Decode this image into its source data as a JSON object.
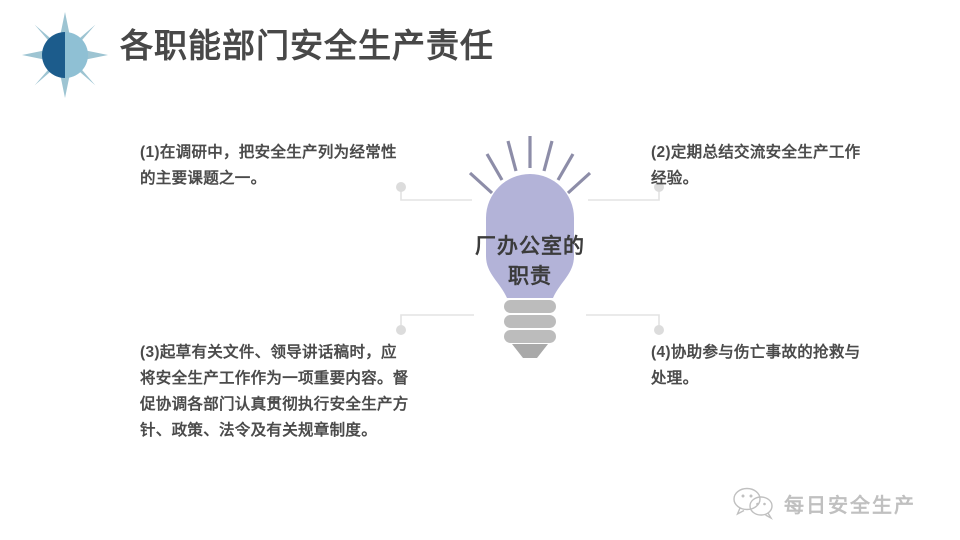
{
  "header": {
    "title": "各职能部门安全生产责任",
    "logo_icon": "sun-icon"
  },
  "center": {
    "icon": "lightbulb-icon",
    "label_line1": "厂办公室的",
    "label_line2": "职责"
  },
  "callouts": [
    {
      "id": "callout-1",
      "text": "(1)在调研中，把安全生产列为经常性的主要课题之一。"
    },
    {
      "id": "callout-2",
      "text": "(2)定期总结交流安全生产工作经验。"
    },
    {
      "id": "callout-3",
      "text": "(3)起草有关文件、领导讲话稿时，应将安全生产工作作为一项重要内容。督促协调各部门认真贯彻执行安全生产方针、政策、法令及有关规章制度。"
    },
    {
      "id": "callout-4",
      "text": "(4)协助参与伤亡事故的抢救与处理。"
    }
  ],
  "footer": {
    "watermark_icon": "wechat-icon",
    "watermark_text": "每日安全生产"
  },
  "colors": {
    "background": "#ffffff",
    "title": "#484848",
    "body_text": "#4b4b4b",
    "bulb_glass": "#b3b3d8",
    "bulb_base": "#bdbdbd",
    "bulb_base_dark": "#a9a9a9",
    "ray": "#8d8da8",
    "connector_line": "#e2e2e2",
    "connector_dot": "#d8d8d8",
    "logo_dark": "#1c5c8c",
    "logo_light": "#8fc0d4",
    "logo_ray": "#9dc4d2"
  }
}
